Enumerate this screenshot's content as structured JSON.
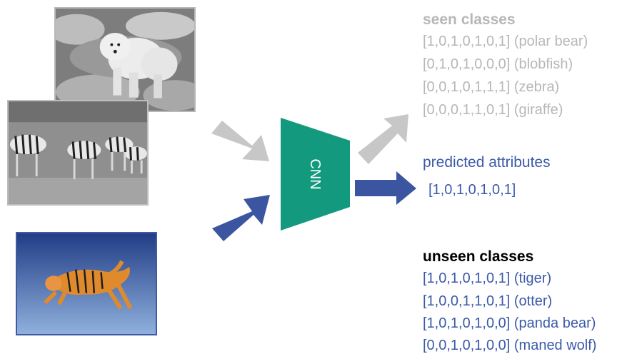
{
  "colors": {
    "cnn_fill": "#139a7e",
    "seen_text": "#b7b7b7",
    "predicted_text": "#3b5aa8",
    "unseen_heading": "#000000",
    "unseen_text": "#3b5aa8",
    "gray_arrow": "#c7c7c7",
    "blue_arrow": "#3b55a0",
    "tiger_sky": "#2f4f9a"
  },
  "cnn": {
    "label": "CNN"
  },
  "seen_classes": {
    "heading": "seen classes",
    "items": [
      "[1,0,1,0,1,0,1] (polar bear)",
      "[0,1,0,1,0,0,0] (blobfish)",
      "[0,0,1,0,1,1,1] (zebra)",
      "[0,0,0,1,1,0,1] (giraffe)"
    ]
  },
  "predicted": {
    "heading": "predicted attributes",
    "value": "[1,0,1,0,1,0,1]"
  },
  "unseen_classes": {
    "heading": "unseen classes",
    "items": [
      "[1,0,1,0,1,0,1] (tiger)",
      "[1,0,0,1,1,0,1] (otter)",
      "[1,0,1,0,1,0,0] (panda bear)",
      "[0,0,1,0,1,0,0] (maned wolf)"
    ]
  },
  "images": {
    "polar_bear": "polar-bear-photo",
    "zebras": "zebras-photo",
    "tiger": "tiger-photo"
  }
}
